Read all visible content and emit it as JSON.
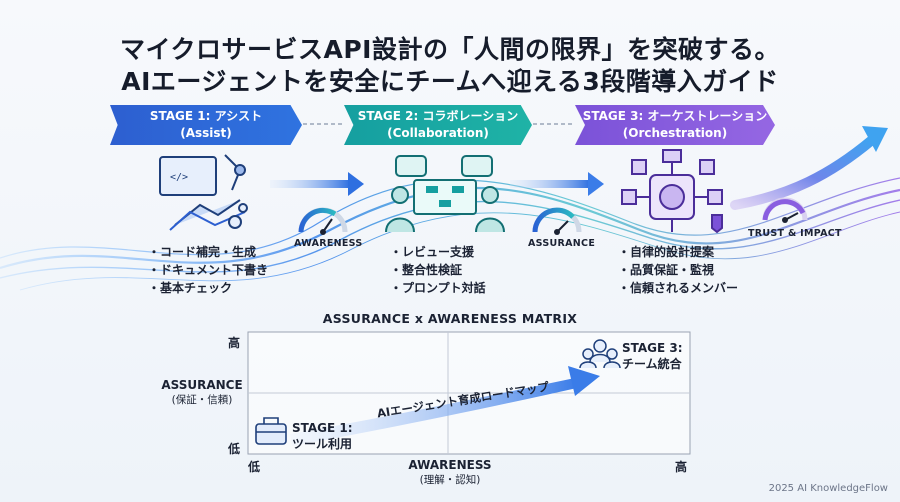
{
  "title": {
    "line1": "マイクロサービスAPI設計の「人間の限界」を突破する。",
    "line2": "AIエージェントを安全にチームへ迎える3段階導入ガイド"
  },
  "stages": [
    {
      "name": "STAGE 1: アシスト",
      "english": "(Assist)",
      "color": "#2d5fd0",
      "bullets": [
        "コード補完・生成",
        "ドキュメント下書き",
        "基本チェック"
      ],
      "icon": "handshake-robot-icon"
    },
    {
      "name": "STAGE 2: コラボレーション",
      "english": "(Collaboration)",
      "color": "#159fa0",
      "bullets": [
        "レビュー支援",
        "整合性検証",
        "プロンプト対話"
      ],
      "icon": "collaboration-flowchart-icon"
    },
    {
      "name": "STAGE 3: オーケストレーション",
      "english": "(Orchestration)",
      "color": "#7b52d8",
      "bullets": [
        "自律的設計提案",
        "品質保証・監視",
        "信頼されるメンバー"
      ],
      "icon": "ai-brain-chip-icon"
    }
  ],
  "gauges": {
    "awareness": "AWARENESS",
    "assurance": "ASSURANCE",
    "trust": "TRUST & IMPACT"
  },
  "matrix": {
    "title": "ASSURANCE x AWARENESS MATRIX",
    "y_label": "ASSURANCE",
    "y_sub": "(保証・信頼)",
    "y_high": "高",
    "y_low": "低",
    "x_label": "AWARENESS",
    "x_sub": "(理解・認知)",
    "x_low": "低",
    "x_high": "高",
    "arrow_label": "AIエージェント育成ロードマップ",
    "start": {
      "title": "STAGE 1:",
      "subtitle": "ツール利用",
      "icon": "toolbox-icon"
    },
    "end": {
      "title": "STAGE 3:",
      "subtitle": "チーム統合",
      "icon": "team-people-icon"
    }
  },
  "footer": "2025 AI KnowledgeFlow",
  "colors": {
    "blue": "#2d5fd0",
    "teal": "#159fa0",
    "purple": "#7b52d8",
    "dark": "#1b2233"
  }
}
